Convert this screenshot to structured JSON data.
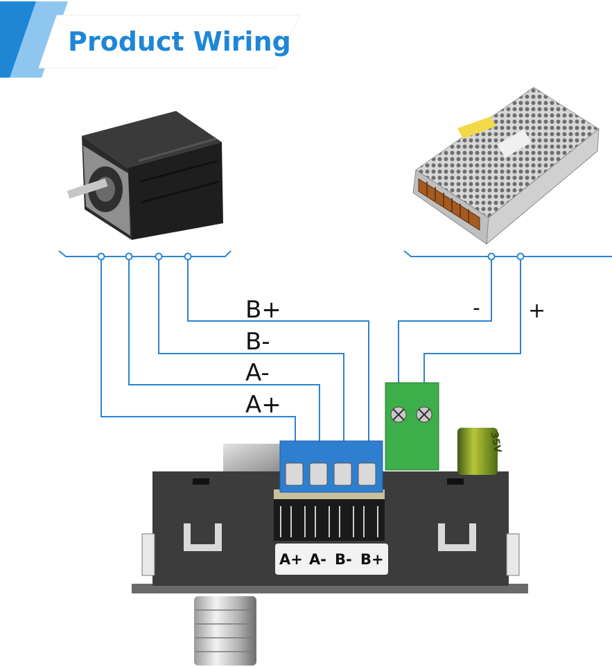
{
  "banner": {
    "title": "Product Wiring"
  },
  "components": {
    "motor": {
      "icon": "stepper-motor-icon"
    },
    "power_supply": {
      "icon": "switching-power-supply-icon"
    },
    "driver": {
      "icon": "stepper-driver-board-icon"
    }
  },
  "wire_labels": {
    "b_plus": "B+",
    "b_minus": "B-",
    "a_minus": "A-",
    "a_plus": "A+",
    "power_minus": "-",
    "power_plus": "+"
  },
  "terminal_labels": [
    "A+",
    "A-",
    "B-",
    "B+"
  ],
  "capacitor_text": "35V",
  "colors": {
    "wire": "#2a84d2",
    "banner_text": "#1f86d6",
    "terminal_blue": "#2f7fd0",
    "terminal_green": "#3cae4a",
    "housing": "#3c3c3c"
  }
}
